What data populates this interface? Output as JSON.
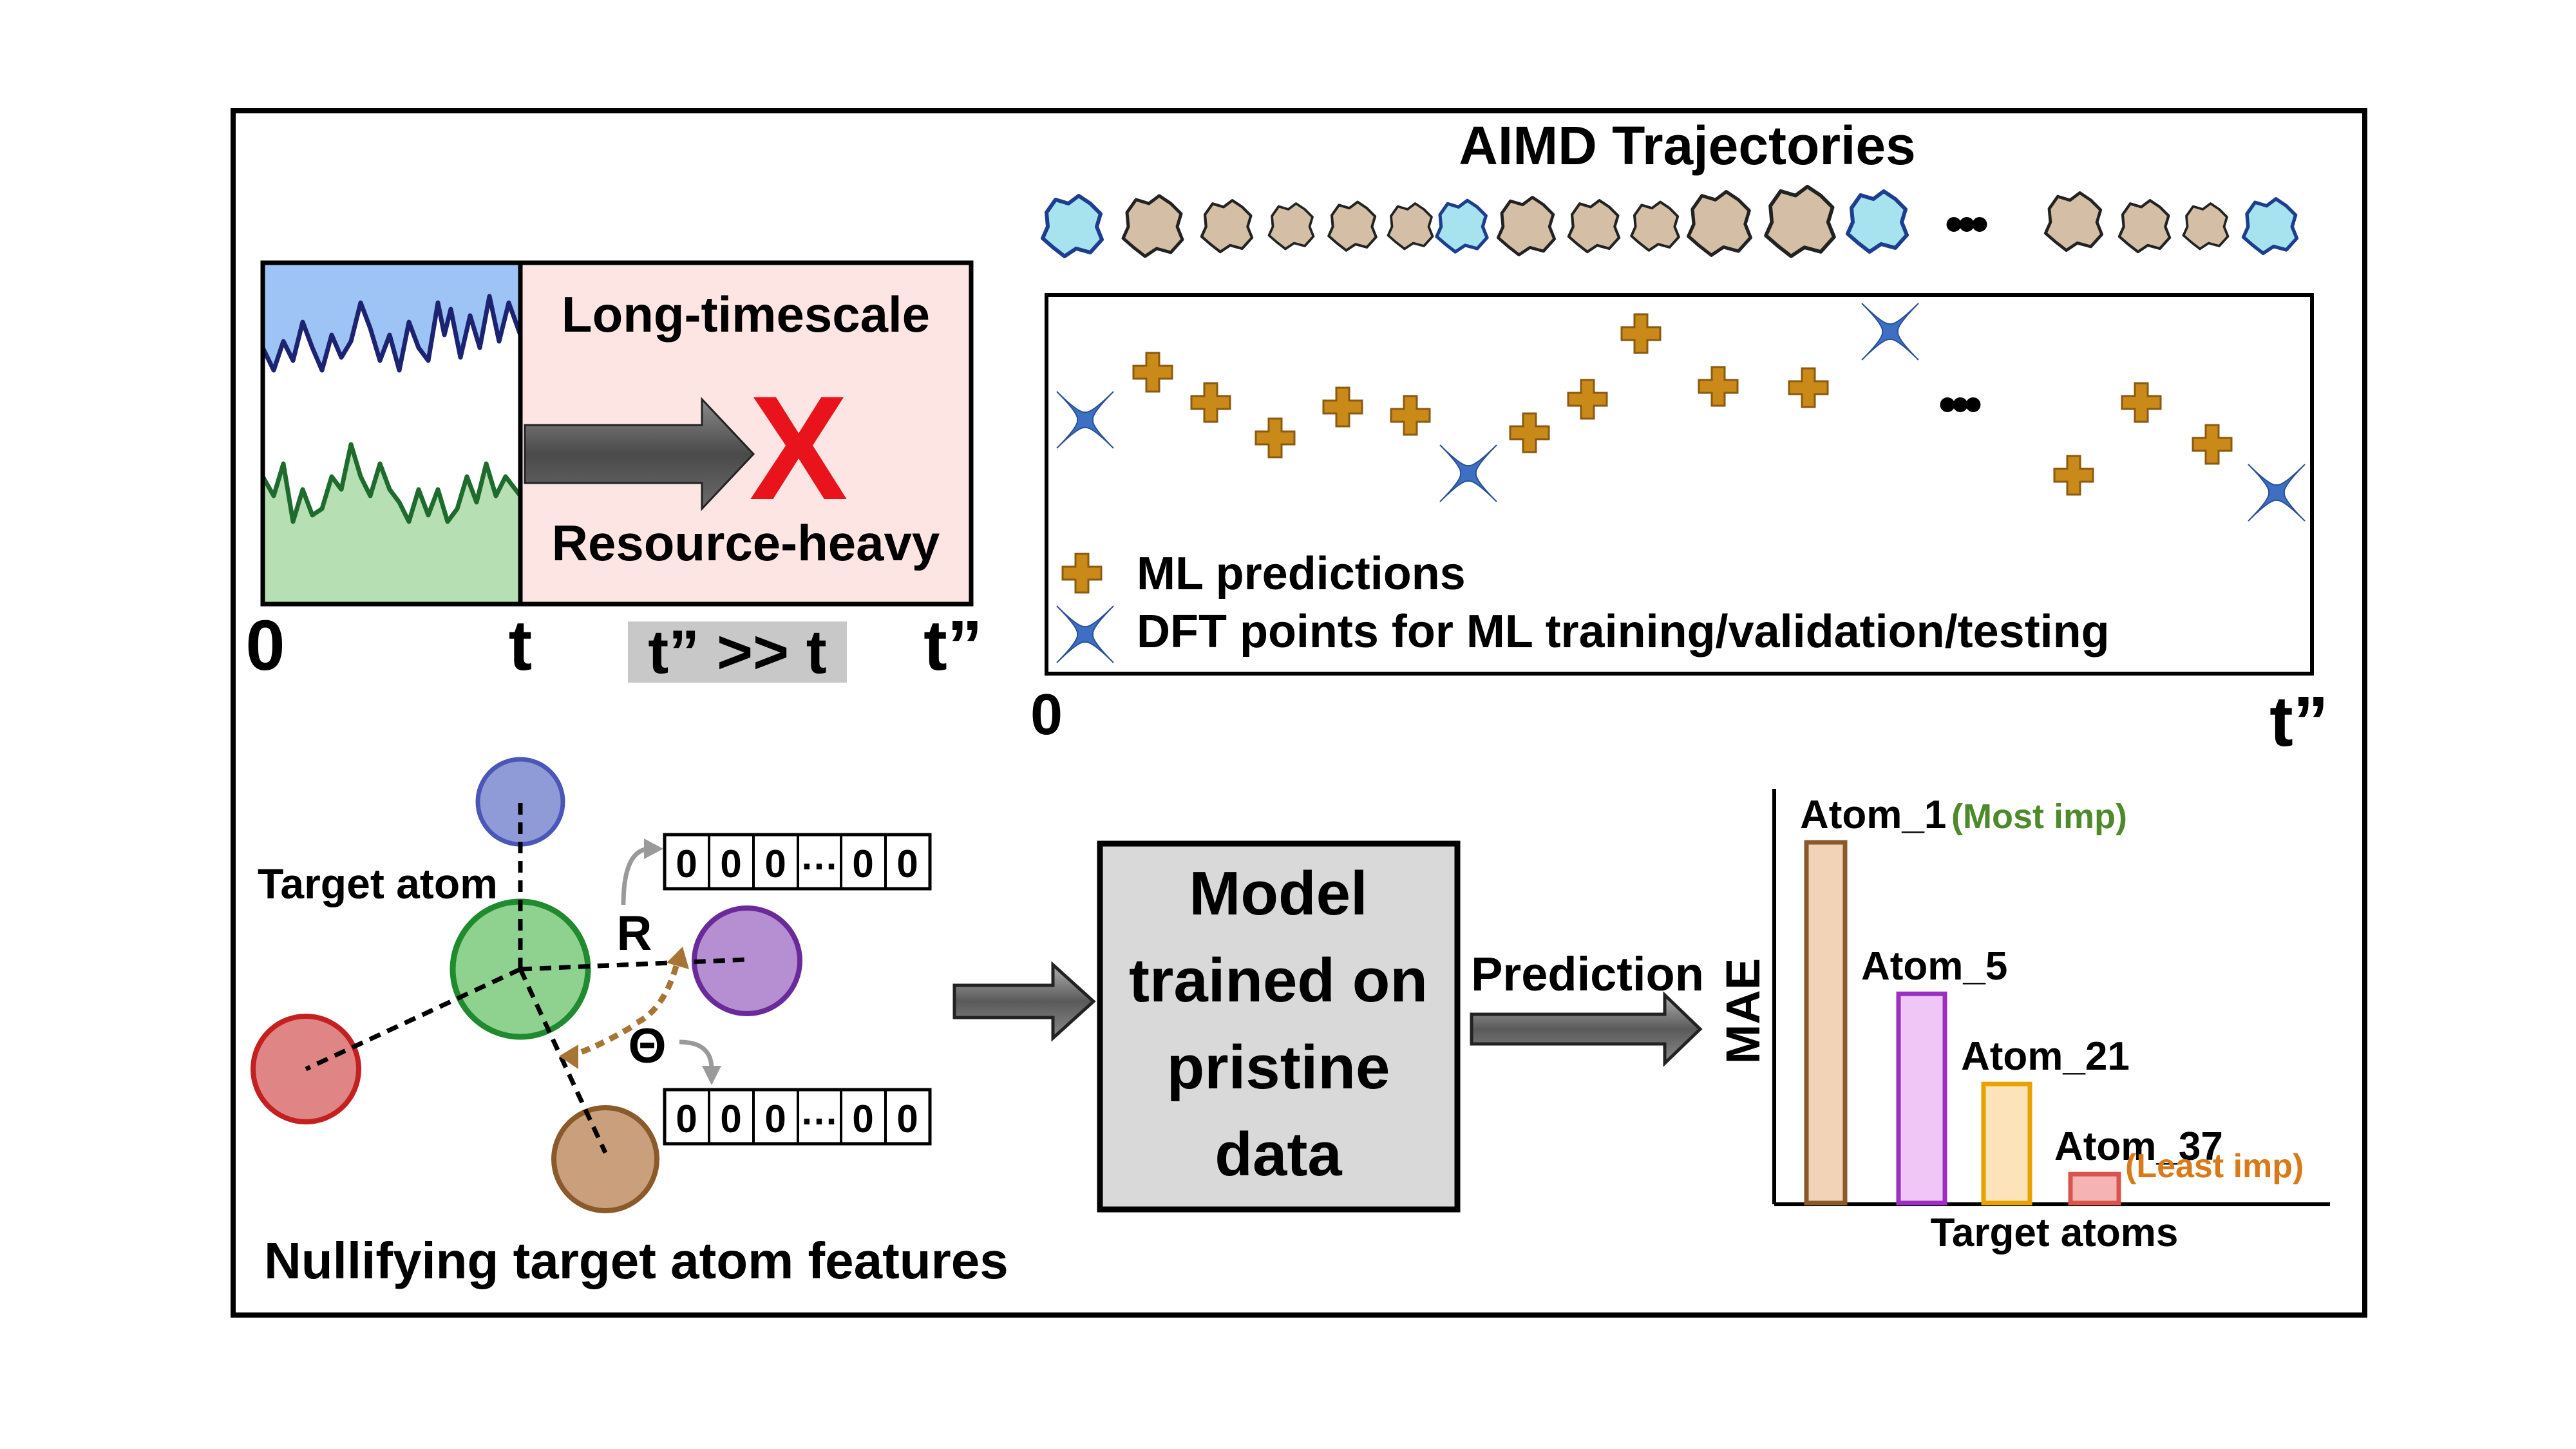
{
  "timeline_panel": {
    "right_top": "Long-timescale",
    "right_bottom": "Resource-heavy",
    "x_mark": "X",
    "axis_start": "0",
    "axis_t": "t",
    "axis_relation": "t” >> t",
    "axis_end": "t”"
  },
  "aimd_panel": {
    "title": "AIMD Trajectories",
    "ellipsis_top": "•••",
    "ellipsis_plot": "•••",
    "legend_ml": "ML predictions",
    "legend_dft": "DFT points for ML training/validation/testing",
    "axis_start": "0",
    "axis_end": "t”",
    "colors": {
      "ml": "#c98a1a",
      "dft": "#3d6fc2",
      "frame_dft": "#a6e3ef",
      "frame_md": "#d4bfa6"
    }
  },
  "feature_panel": {
    "target_label": "Target atom",
    "r_label": "R",
    "theta_label": "Θ",
    "vector_r": [
      "0",
      "0",
      "0",
      "…",
      "0",
      "0"
    ],
    "vector_theta": [
      "0",
      "0",
      "0",
      "…",
      "0",
      "0"
    ],
    "caption": "Nullifying target atom features",
    "atom_colors": {
      "top": "#8f9bd6",
      "target": "#8fd18f",
      "right": "#b58fd2",
      "left": "#e08585",
      "bottom": "#c9a07b"
    }
  },
  "model_box": {
    "line1": "Model",
    "line2": "trained on",
    "line3": "pristine",
    "line4": "data"
  },
  "prediction_label": "Prediction",
  "importance_chart": {
    "ylabel": "MAE",
    "xlabel": "Target atoms",
    "bars": [
      {
        "label": "Atom_1",
        "note": "(Most imp)",
        "rel_value": 1.0,
        "fill": "#f3d3b8",
        "stroke": "#8a5a2b",
        "note_color": "#4e8a2c"
      },
      {
        "label": "Atom_5",
        "note": "",
        "rel_value": 0.58,
        "fill": "#efc6f5",
        "stroke": "#9a2fc2",
        "note_color": ""
      },
      {
        "label": "Atom_21",
        "note": "",
        "rel_value": 0.33,
        "fill": "#fde3ba",
        "stroke": "#e8a200",
        "note_color": ""
      },
      {
        "label": "Atom_37",
        "note": "(Least imp)",
        "rel_value": 0.08,
        "fill": "#f5b3b3",
        "stroke": "#d9534f",
        "note_color": "#d97a1a"
      }
    ]
  }
}
